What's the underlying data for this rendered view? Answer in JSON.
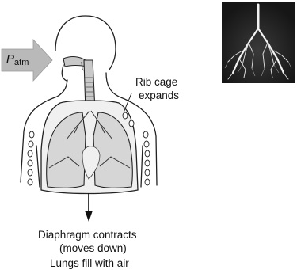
{
  "diagram": {
    "pressure_label": {
      "symbol": "P",
      "subscript": "atm"
    },
    "rib_label_line1": "Rib cage",
    "rib_label_line2": "expands",
    "diaphragm_line1": "Diaphragm contracts",
    "diaphragm_line2": "(moves down)",
    "result_text": "Lungs fill with air",
    "colors": {
      "arrow_fill": "#b9b9b9",
      "lung_fill": "#d6d6d6",
      "cavity_fill": "#f0f0f0",
      "airway_fill": "#c8c8c8",
      "xray_background": "#1e1e1e",
      "outline": "#222222"
    }
  }
}
